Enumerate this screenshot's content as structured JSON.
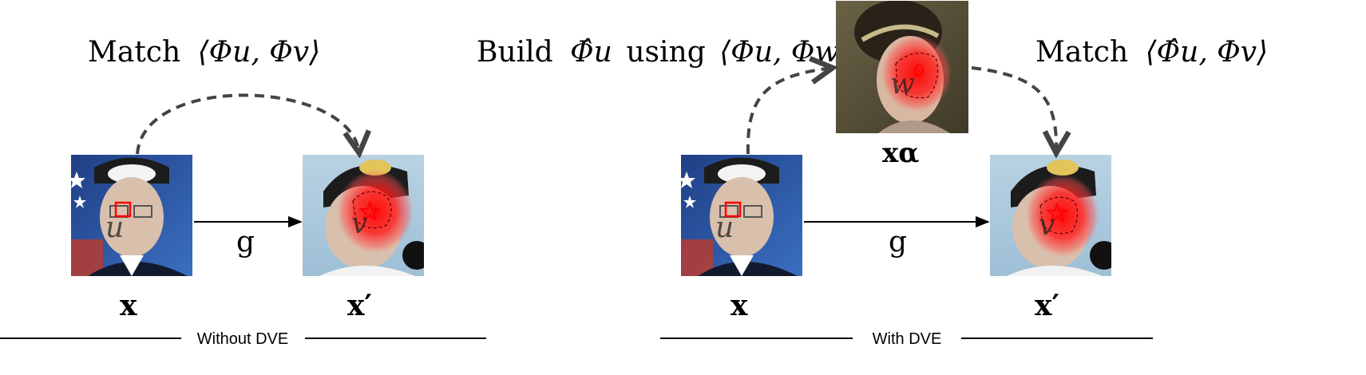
{
  "left_panel": {
    "heading_prefix": "Match",
    "heading_math": "⟨Φu, Φv⟩",
    "edge_label": "g",
    "source_label": "x",
    "target_label": "x′",
    "source_point": "u",
    "target_point": "v",
    "caption": "Without DVE"
  },
  "right_panel": {
    "build_prefix": "Build",
    "build_math_1": "Φ̂u",
    "build_middle": "using",
    "build_math_2": "⟨Φu, Φw⟩",
    "match_prefix": "Match",
    "match_math": "⟨Φ̂u, Φv⟩",
    "edge_label": "g",
    "source_label": "x",
    "aux_label": "xα",
    "target_label": "x′",
    "source_point": "u",
    "aux_point": "w",
    "target_point": "v",
    "caption": "With DVE"
  },
  "colors": {
    "arrow_solid": "#000000",
    "arrow_dashed": "#4a4a4a",
    "heat_red": "#ff0000",
    "photo_bg_blue": "#2f5ea8",
    "photo_bg_sky": "#a9c7dc",
    "painting_bg": "#5a5238"
  }
}
